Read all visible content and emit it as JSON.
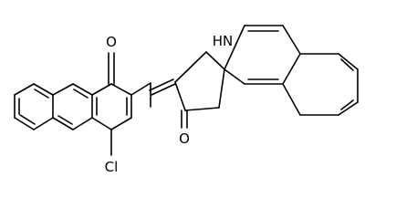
{
  "molecule": {
    "atom_labels": {
      "o_top": "O",
      "nh": "HN",
      "o_right": "O",
      "cl": "Cl"
    }
  },
  "colors": {
    "bond": "#000000",
    "label": "#000000",
    "background": "#ffffff"
  }
}
